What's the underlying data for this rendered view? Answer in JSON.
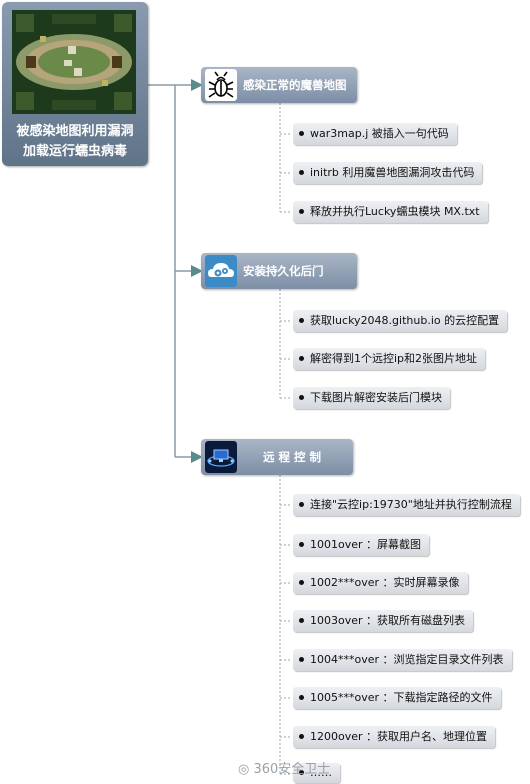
{
  "root": {
    "title_line1": "被感染地图利用漏洞",
    "title_line2": "加载运行蠕虫病毒",
    "image": "warcraft-map-thumbnail"
  },
  "branches": [
    {
      "label": "感染正常的魔兽地图",
      "icon": "bug-icon",
      "items": [
        "war3map.j 被插入一句代码",
        "initrb 利用魔兽地图漏洞攻击代码",
        "释放并执行Lucky蠕虫模块 MX.txt"
      ]
    },
    {
      "label": "安装持久化后门",
      "icon": "cloud-gears-icon",
      "items": [
        "获取lucky2048.github.io 的云控配置",
        "解密得到1个远控ip和2张图片地址",
        "下载图片解密安装后门模块"
      ]
    },
    {
      "label": "远 程 控 制",
      "icon": "remote-control-icon",
      "items": [
        "连接\"云控ip:19730\"地址并执行控制流程",
        "1001over ：屏幕截图",
        "1002***over ：实时屏幕录像",
        "1003over ：获取所有磁盘列表",
        "1004***over ：浏览指定目录文件列表",
        "1005***over ：下载指定路径的文件",
        "1200over ：获取用户名、地理位置",
        "……"
      ]
    }
  ],
  "watermark": "360安全卫士",
  "colors": {
    "node": "#8a9bb0",
    "line": "#8c9aab",
    "arrow": "#5b8a8a"
  }
}
